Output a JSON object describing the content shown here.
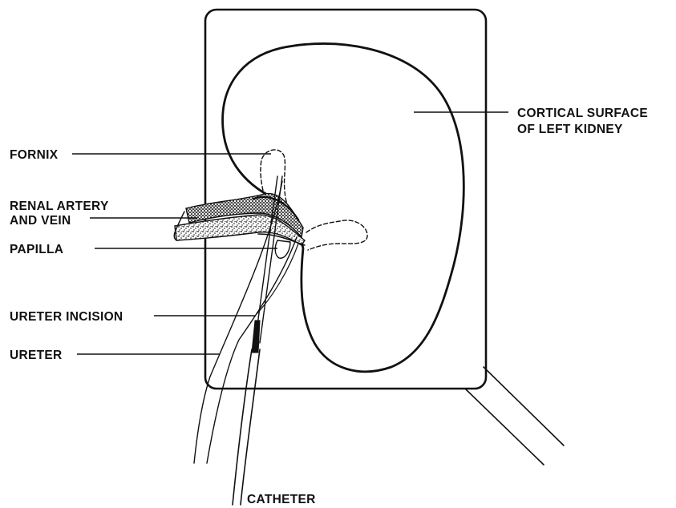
{
  "labels": {
    "fornix": "FORNIX",
    "renal_vessels_line1": "RENAL ARTERY",
    "renal_vessels_line2": "AND VEIN",
    "papilla": "PAPILLA",
    "ureter_incision": "URETER INCISION",
    "ureter": "URETER",
    "cortical_line1": "CORTICAL SURFACE",
    "cortical_line2": "OF LEFT KIDNEY",
    "catheter": "CATHETER"
  },
  "colors": {
    "ink": "#111111",
    "background": "#ffffff"
  }
}
